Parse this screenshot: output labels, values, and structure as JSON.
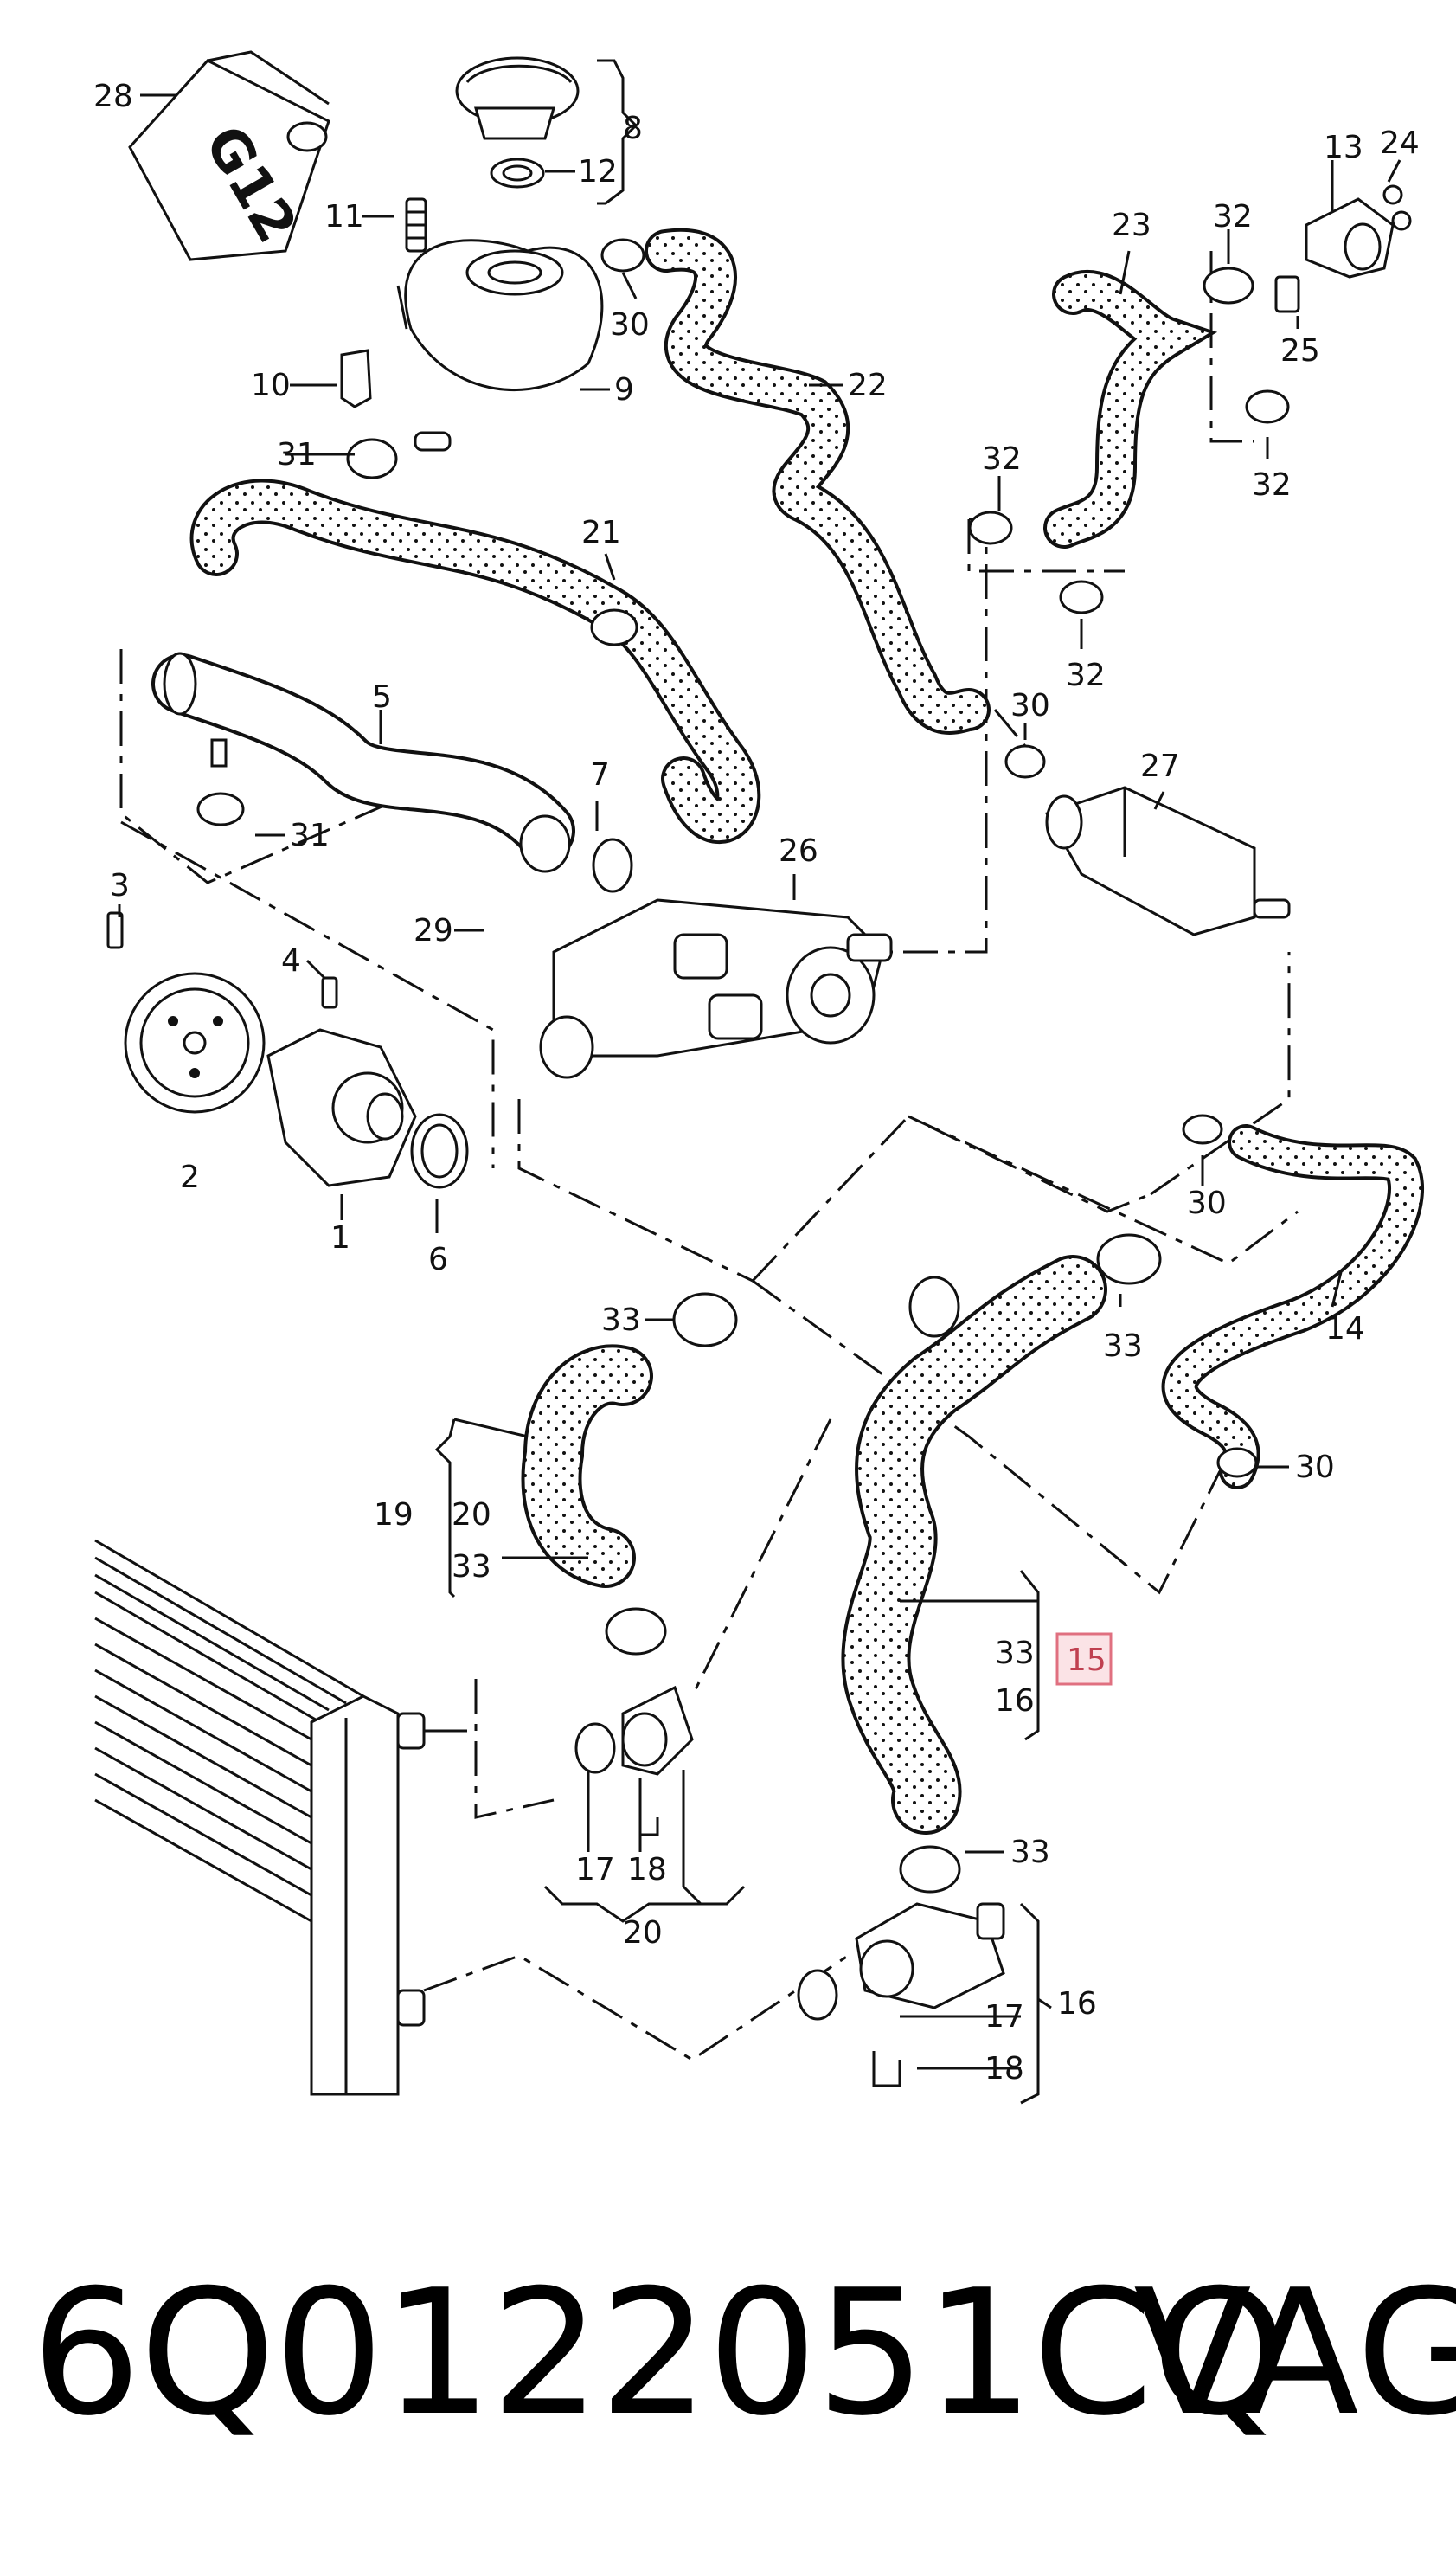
{
  "callouts": {
    "c1": "1",
    "c2": "2",
    "c3": "3",
    "c4": "4",
    "c5": "5",
    "c6": "6",
    "c7": "7",
    "c8": "8",
    "c9": "9",
    "c10": "10",
    "c11": "11",
    "c12": "12",
    "c13": "13",
    "c14": "14",
    "c15": "15",
    "c16a": "16",
    "c16b": "16",
    "c17a": "17",
    "c17b": "17",
    "c18a": "18",
    "c18b": "18",
    "c19": "19",
    "c20a": "20",
    "c20b": "20",
    "c21": "21",
    "c22": "22",
    "c23": "23",
    "c24": "24",
    "c25": "25",
    "c26": "26",
    "c27": "27",
    "c28": "28",
    "c29": "29",
    "c30a": "30",
    "c30b": "30",
    "c30c": "30",
    "c30d": "30",
    "c31a": "31",
    "c31b": "31",
    "c32a": "32",
    "c32b": "32",
    "c32c": "32",
    "c32d": "32",
    "c33a": "33",
    "c33b": "33",
    "c33c": "33",
    "c33d": "33",
    "c33e": "33"
  },
  "canister_label": "G12",
  "highlighted_part": "15",
  "footer": {
    "part_number": "6Q0122051CQ",
    "brand": "VAG"
  },
  "colors": {
    "highlight_fill": "#fbe3e6",
    "highlight_border": "#e07080",
    "ink": "#111111"
  }
}
